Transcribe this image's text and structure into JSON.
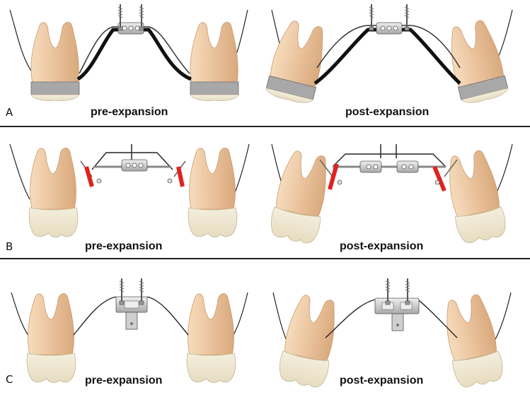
{
  "panels": [
    {
      "letter": "A",
      "pre_label": "pre-expansion",
      "post_label": "post-expansion"
    },
    {
      "letter": "B",
      "pre_label": "pre-expansion",
      "post_label": "post-expansion"
    },
    {
      "letter": "C",
      "pre_label": "pre-expansion",
      "post_label": "post-expansion"
    }
  ],
  "colors": {
    "tooth_crown_enamel": "#f1ead8",
    "tooth_root": "#eac29c",
    "band": "#a9a9a9",
    "wire": "#111111",
    "red_arm": "#e0221f",
    "screw_metal": "#c8c8c8"
  }
}
